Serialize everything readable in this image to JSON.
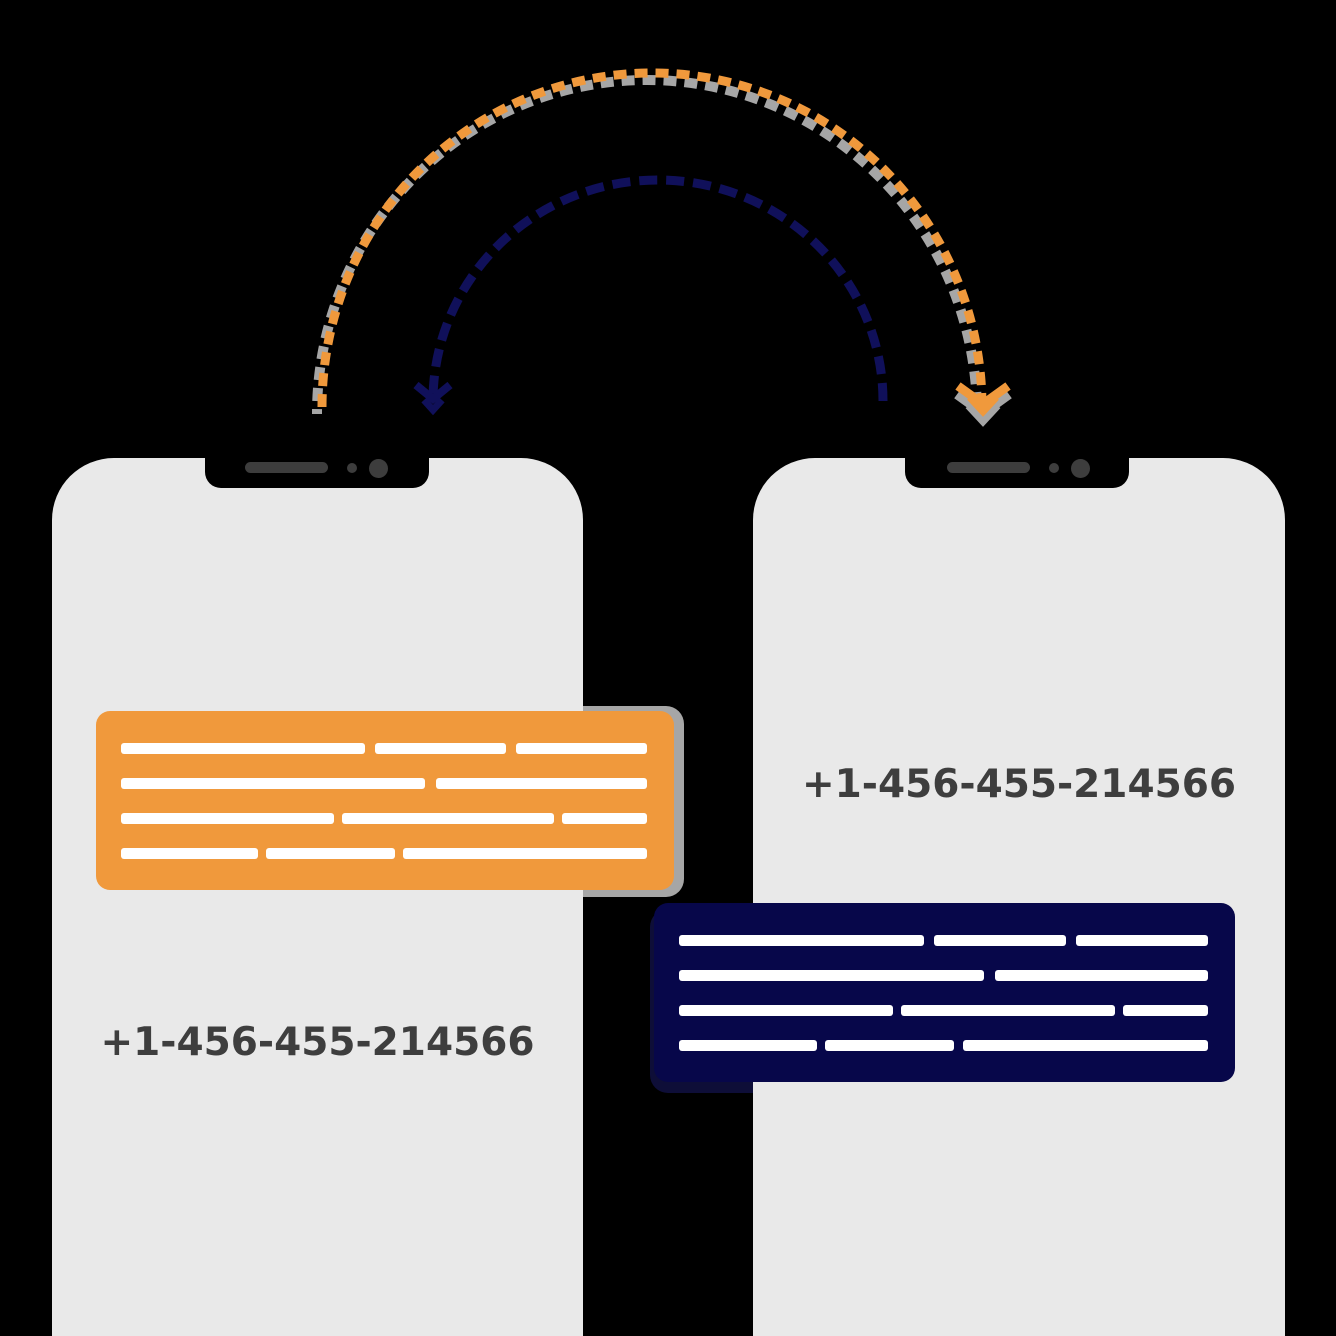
{
  "colors": {
    "background": "#000000",
    "orange": "#F0993C",
    "navy_bubble": "#07074A",
    "navy_arc": "#10105A",
    "shadow_gray": "#A6A6A6",
    "shadow_navy": "#0E0E38",
    "phone_screen": "#E9E9E9",
    "notch_black": "#000000",
    "notch_hardware": "#3D3D3D",
    "number_text": "#3E3E3E",
    "skeleton_white": "#FFFFFF"
  },
  "left_phone": {
    "number": "+1-456-455-214566",
    "bubble_rows": [
      [
        46.3,
        24.9,
        24.9
      ],
      [
        57.7,
        40.2
      ],
      [
        40.4,
        40.4,
        16.1
      ],
      [
        26.0,
        24.4,
        46.3
      ]
    ]
  },
  "right_phone": {
    "number": "+1-456-455-214566",
    "bubble_rows": [
      [
        46.3,
        24.9,
        24.9
      ],
      [
        57.7,
        40.2
      ],
      [
        40.4,
        40.4,
        16.1
      ],
      [
        26.0,
        24.4,
        46.3
      ]
    ]
  }
}
